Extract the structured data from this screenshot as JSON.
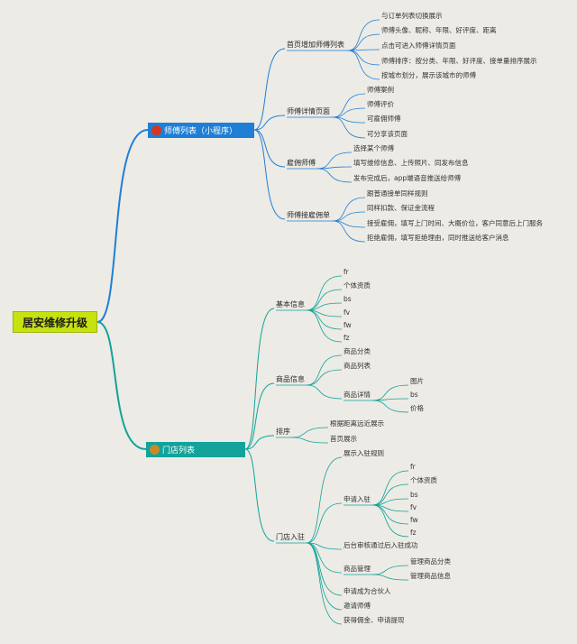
{
  "root": {
    "label": "居安维修升级"
  },
  "branches": [
    {
      "label": "师傅列表（小程序）",
      "color": "#1f7fd6",
      "dot_color": "#d6361f",
      "children": [
        {
          "label": "首页增加师傅列表",
          "children": [
            "与订单列表切换展示",
            "师傅头像、昵称、年限、好评度、距离",
            "点击可进入师傅详情页面",
            "师傅排序：按分类、年限、好评度、接单量排序展示",
            "按城市划分，展示该城市的师傅"
          ]
        },
        {
          "label": "师傅详情页面",
          "children": [
            "师傅案例",
            "师傅评价",
            "可雇佣师傅",
            "可分享该页面"
          ]
        },
        {
          "label": "雇佣师傅",
          "children": [
            "选择某个师傅",
            "填写维修信息、上传照片、同发布信息",
            "发布完成后，app端语音推送给师傅"
          ]
        },
        {
          "label": "师傅接雇佣单",
          "children": [
            "跟普通接单同样规则",
            "同样扣款、保证金流程",
            "接受雇佣，填写上门时间、大概价位，客户同意后上门服务",
            "拒绝雇佣，填写拒绝理由，同时推送给客户消息"
          ]
        }
      ]
    },
    {
      "label": "门店列表",
      "color": "#12a39a",
      "dot_color": "#c98a2a",
      "children": [
        {
          "label": "基本信息",
          "children": [
            "fr",
            "个体资质",
            "bs",
            "fv",
            "fw",
            "fz"
          ]
        },
        {
          "label": "商品信息",
          "children": [
            "商品分类",
            "商品列表",
            {
              "label": "商品详情",
              "children": [
                "图片",
                "bs",
                "价格"
              ]
            }
          ]
        },
        {
          "label": "排序",
          "children": [
            "根据距离远近展示",
            "首页展示"
          ]
        },
        {
          "label": "门店入驻",
          "children": [
            "展示入驻规则",
            {
              "label": "申请入驻",
              "children": [
                "fr",
                "个体资质",
                "bs",
                "fv",
                "fw",
                "fz"
              ]
            },
            "后台审核通过后入驻成功",
            {
              "label": "商品管理",
              "children": [
                "管理商品分类",
                "管理商品信息"
              ]
            },
            "申请成为合伙人",
            "邀请师傅",
            "获得佣金、申请提现"
          ]
        }
      ]
    }
  ]
}
